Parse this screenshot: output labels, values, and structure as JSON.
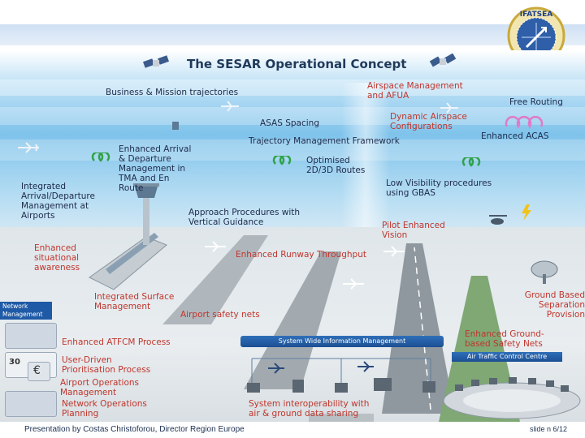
{
  "title": "The SESAR Operational Concept",
  "labels": {
    "business": "Business & Mission trajectories",
    "airspace_mgmt": "Airspace Management and AFUA",
    "free_routing": "Free Routing",
    "asas": "ASAS Spacing",
    "dynamic_airspace": "Dynamic Airspace Configurations",
    "enhanced_acas": "Enhanced ACAS",
    "tmf": "Trajectory Management Framework",
    "enh_arrival": "Enhanced Arrival & Departure Management in TMA and En Route",
    "optimised": "Optimised 2D/3D Routes",
    "integrated_arr": "Integrated Arrival/Departure Management at Airports",
    "low_vis": "Low Visibility procedures using GBAS",
    "approach": "Approach Procedures with Vertical Guidance",
    "pilot_vision": "Pilot Enhanced Vision",
    "situational": "Enhanced situational awareness",
    "runway_throughput": "Enhanced Runway Throughput",
    "surface": "Integrated Surface Management",
    "airport_safety": "Airport safety nets",
    "ground_separation": "Ground Based Separation Provision",
    "atfcm": "Enhanced ATFCM Process",
    "ground_safety": "Enhanced Ground-based Safety Nets",
    "user_driven": "User-Driven Prioritisation Process",
    "airport_ops": "Airport Operations Management",
    "network_ops": "Network Operations Planning",
    "interop": "System interoperability with air & ground data sharing",
    "swim": "System Wide Information Management",
    "atc_centre": "Air Traffic Control Centre",
    "network_mgmt": "Network Management",
    "clock": "30"
  },
  "logo_text": "IFATSEA",
  "footer": {
    "presenter": "Presentation by Costas Christoforou, Director Region Europe",
    "slide": "slide n 6/12"
  },
  "colors": {
    "label_dark": "#1e2a4a",
    "label_red": "#c0352c",
    "title": "#1f3a5a",
    "swim_bar": "#1f5aa6"
  }
}
